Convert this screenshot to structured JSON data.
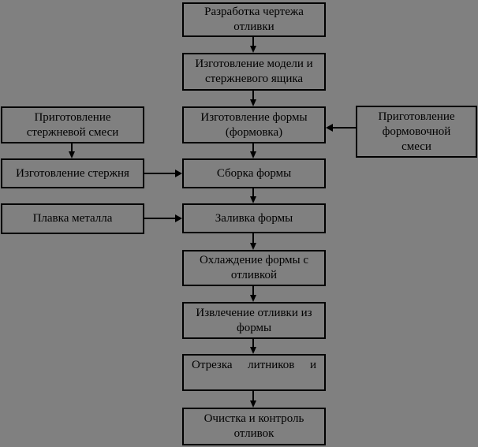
{
  "flowchart": {
    "colors": {
      "background": "#808080",
      "box_fill": "#808080",
      "box_border": "#000000",
      "text": "#000000",
      "arrow": "#000000"
    },
    "main_steps": [
      {
        "label": "Разработка чертежа отливки",
        "lines": [
          "Разработка чертежа",
          "отливки"
        ]
      },
      {
        "label": "Изготовление модели и стержневого ящика",
        "lines": [
          "Изготовление модели и",
          "стержневого ящика"
        ]
      },
      {
        "label": "Изготовление формы (формовка)",
        "lines": [
          "Изготовление формы",
          "(формовка)"
        ]
      },
      {
        "label": "Сборка формы",
        "lines": [
          "Сборка формы"
        ]
      },
      {
        "label": "Заливка формы",
        "lines": [
          "Заливка формы"
        ]
      },
      {
        "label": "Охлаждение формы с отливкой",
        "lines": [
          "Охлаждение формы с",
          "отливкой"
        ]
      },
      {
        "label": "Извлечение отливки из формы",
        "lines": [
          "Извлечение отливки из",
          "формы"
        ]
      },
      {
        "label": "Отрезка литников и",
        "lines": [
          "Отрезка литников и"
        ]
      },
      {
        "label": "Очистка и контроль отливок",
        "lines": [
          "Очистка и контроль",
          "отливок"
        ]
      }
    ],
    "left_branch": [
      {
        "label": "Приготовление стержневой смеси",
        "lines": [
          "Приготовление",
          "стержневой смеси"
        ]
      },
      {
        "label": "Изготовление стержня",
        "lines": [
          "Изготовление стержня"
        ]
      },
      {
        "label": "Плавка металла",
        "lines": [
          "Плавка металла"
        ]
      }
    ],
    "right_branch": [
      {
        "label": "Приготовление формовочной смеси",
        "lines": [
          "Приготовление",
          "формовочной",
          "смеси"
        ]
      }
    ]
  }
}
